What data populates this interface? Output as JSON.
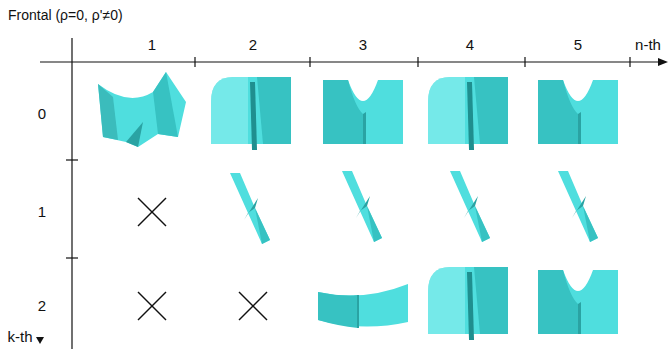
{
  "diagram": {
    "title": "Frontal (ρ=0, ρ'≠0)",
    "labels": [
      "1",
      "2",
      "3",
      "4",
      "5",
      "n-th",
      "0",
      "1",
      "2",
      "k-th"
    ]
  }
}
